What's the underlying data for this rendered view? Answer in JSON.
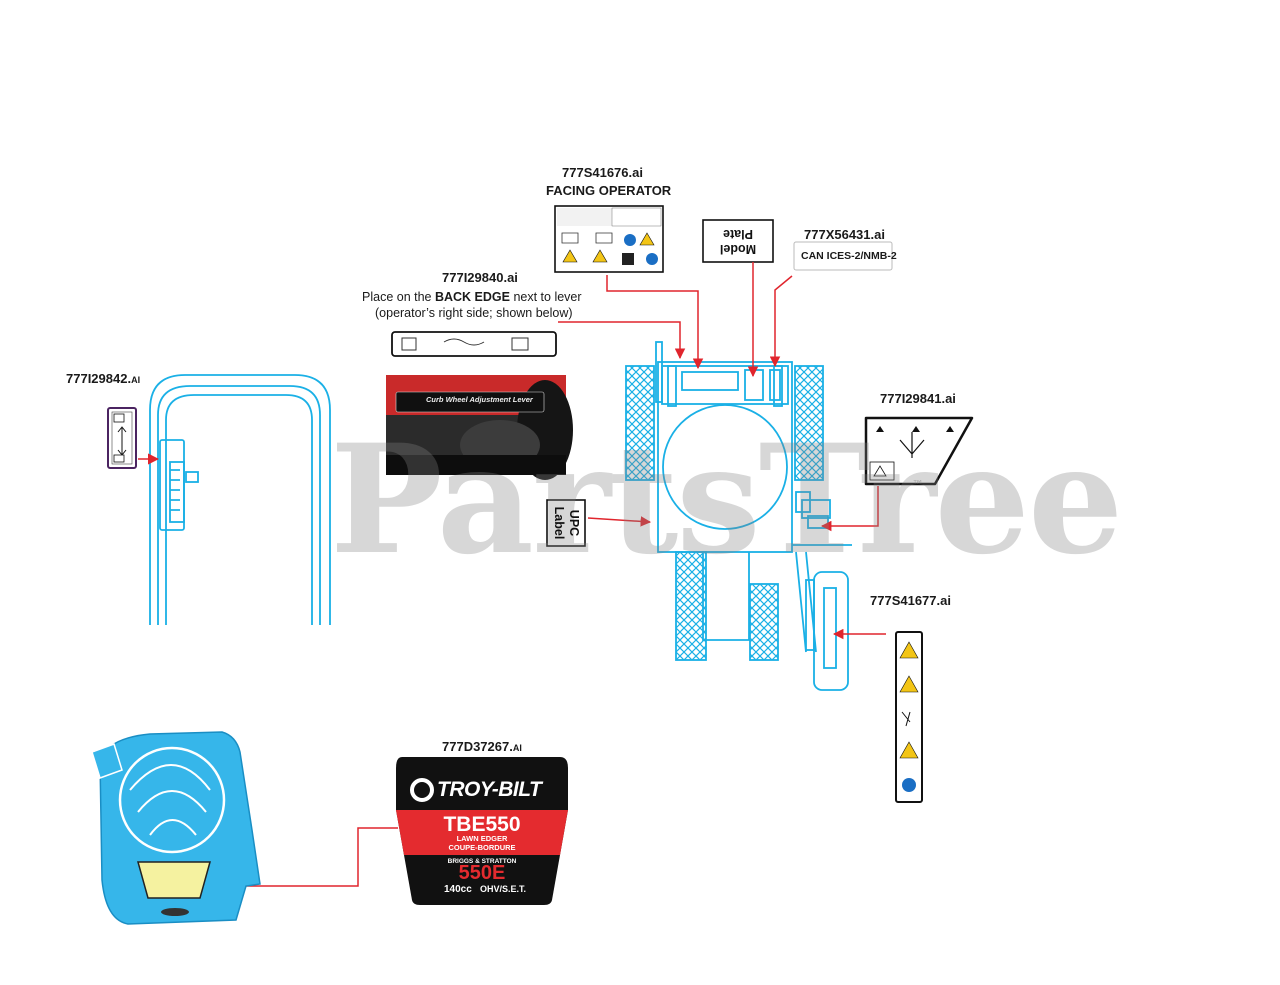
{
  "watermark": "PartsTree",
  "watermark_tm": "™",
  "labels": {
    "l_777S41676": "777S41676.ai",
    "facing_operator": "FACING OPERATOR",
    "l_777I29840": "777I29840.ai",
    "place_prefix": "Place on the ",
    "place_bold": "BACK EDGE",
    "place_suffix": " next to lever",
    "place_line2": "(operator’s right side; shown below)",
    "l_777I29842": "777I29842.",
    "l_777I29842_ext": "AI",
    "l_777X56431": "777X56431.ai",
    "can_ices": "CAN ICES-2/NMB-2",
    "model_plate_line1": "Model",
    "model_plate_line2": "Plate",
    "l_777I29841": "777I29841.ai",
    "upc_line1": "UPC",
    "upc_line2": "Label",
    "l_777S41677": "777S41677.ai",
    "l_777D37267": "777D37267.",
    "l_777D37267_ext": "AI",
    "curb_title": "Curb Wheel Adjustment Lever",
    "brand": "TROY-BILT",
    "model": "TBE550",
    "lawn_edger": "LAWN EDGER",
    "coupe": "COUPE-BORDURE",
    "briggs": "BRIGGS & STRATTON",
    "engine": "550E",
    "cc": "140cc",
    "ohv": "OHV/S.E.T."
  },
  "colors": {
    "outline_blue": "#1ab0e6",
    "engine_fill": "#36b6ea",
    "callout_red": "#e0252d",
    "decal_red": "#e42b2f",
    "warning_yellow": "#f3c516",
    "decal_black": "#111111",
    "label_purple": "#4b2461"
  },
  "icons": [
    "warning-triangle-icon",
    "hand-hazard-icon",
    "manual-icon",
    "eye-protection-icon",
    "arrow-icon"
  ]
}
